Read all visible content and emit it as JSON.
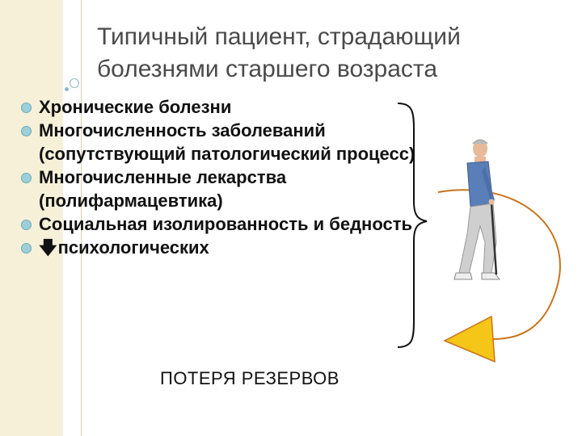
{
  "title": {
    "line1": "Типичный пациент, страдающий",
    "line2": "болезнями старшего возраста"
  },
  "bullets": [
    {
      "text": "Хронические болезни"
    },
    {
      "text": "Многочисленность заболеваний (сопутствующий патологический процесс)"
    },
    {
      "text": "Многочисленные лекарства (полифармацевтика)"
    },
    {
      "text": "Социальная изолированность и бедность"
    },
    {
      "prefix_icon": "down-arrow",
      "text": "психологических"
    }
  ],
  "footer": {
    "text": "ПОТЕРЯ РЕЗЕРВОВ"
  },
  "colors": {
    "side_band": "#f6f0d9",
    "bullet": "#9ccfd8",
    "arrowhead": "#f5c518",
    "curve": "#c8741a"
  },
  "illustration": {
    "name": "elderly-man-with-cane"
  }
}
